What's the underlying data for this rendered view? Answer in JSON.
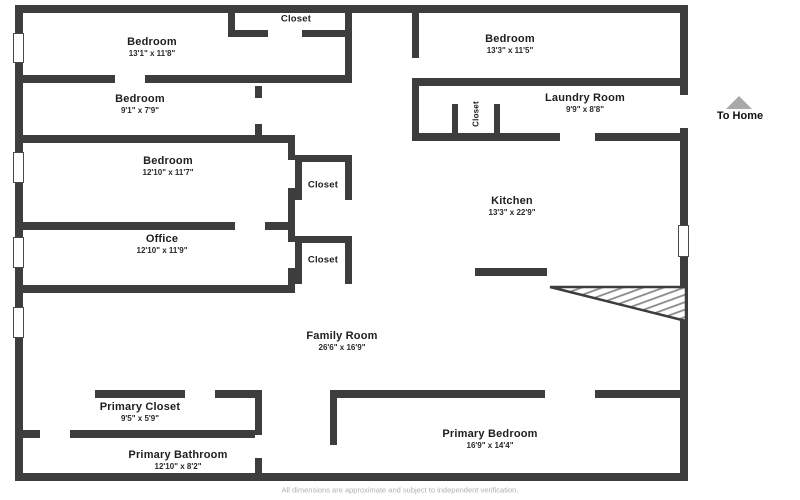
{
  "colors": {
    "wall": "#3d3d3d",
    "window": "#ffffff",
    "hatch": "#8a8a8a",
    "arrow": "#a9a9a9",
    "text": "#1e1e1e"
  },
  "rooms": [
    {
      "name": "Bedroom",
      "dims": "13'1\" x 11'8\""
    },
    {
      "name": "Closet",
      "dims": ""
    },
    {
      "name": "Bedroom",
      "dims": "13'3\" x 11'5\""
    },
    {
      "name": "Bedroom",
      "dims": "9'1\" x 7'9\""
    },
    {
      "name": "Laundry Room",
      "dims": "9'9\" x 8'8\""
    },
    {
      "name": "Closet",
      "dims": ""
    },
    {
      "name": "Bedroom",
      "dims": "12'10\" x 11'7\""
    },
    {
      "name": "Closet",
      "dims": ""
    },
    {
      "name": "Kitchen",
      "dims": "13'3\" x 22'9\""
    },
    {
      "name": "Office",
      "dims": "12'10\" x 11'9\""
    },
    {
      "name": "Closet",
      "dims": ""
    },
    {
      "name": "Family Room",
      "dims": "26'6\" x 16'9\""
    },
    {
      "name": "Primary Closet",
      "dims": "9'5\" x 5'9\""
    },
    {
      "name": "Primary Bedroom",
      "dims": "16'9\" x 14'4\""
    },
    {
      "name": "Primary Bathroom",
      "dims": "12'10\" x 8'2\""
    }
  ],
  "annotations": {
    "to_home": "To Home",
    "disclaimer": "All dimensions are approximate and subject to independent verification."
  }
}
